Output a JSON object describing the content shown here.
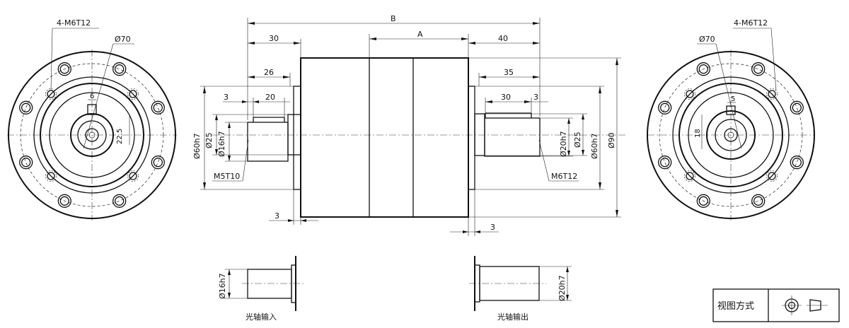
{
  "left_view": {
    "thread_label": "4-M6T12",
    "pcd_label": "Ø70",
    "key_width": "6",
    "key_height": "22.5"
  },
  "right_view": {
    "thread_label": "4-M6T12",
    "pcd_label": "Ø70",
    "key_width": "5",
    "key_height": "18"
  },
  "main_view": {
    "overall": "B",
    "body": "A",
    "input_len": "30",
    "input_key_len": "26",
    "input_key_offset": "3",
    "input_key_slot": "20",
    "output_len": "40",
    "output_key_len": "35",
    "output_key_slot": "30",
    "output_key_offset": "3",
    "dia_input_pilot": "Ø60h7",
    "dia_input_hub": "Ø25",
    "dia_input_shaft": "Ø16h7",
    "dia_output_shaft": "Ø20h7",
    "dia_output_hub": "Ø25",
    "dia_output_pilot": "Ø60h7",
    "dia_body": "Ø90",
    "input_tap": "M5T10",
    "output_tap": "M6T12",
    "left_flange_thk": "3",
    "right_flange_thk": "3"
  },
  "detail_input": {
    "dia": "Ø16h7",
    "caption": "光轴输入"
  },
  "detail_output": {
    "dia": "Ø20h7",
    "caption": "光轴输出"
  },
  "view_box": {
    "label": "视图方式"
  }
}
